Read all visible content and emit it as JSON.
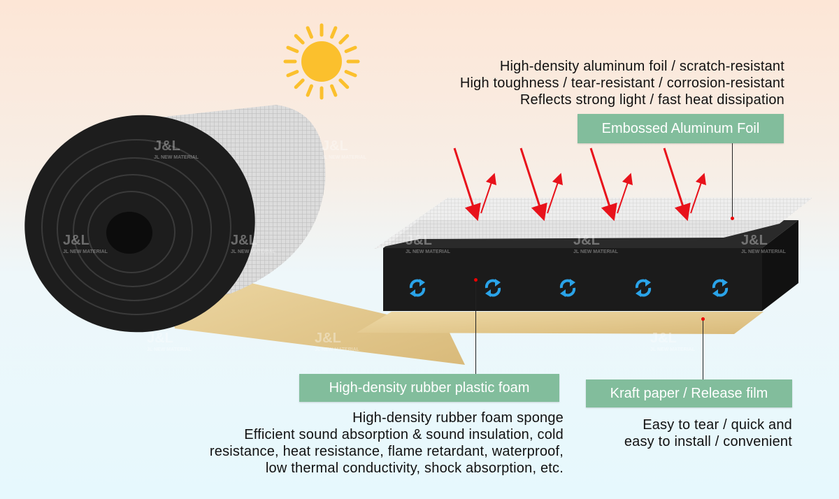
{
  "foil": {
    "label": "Embossed Aluminum Foil",
    "description": [
      "High-density aluminum foil / scratch-resistant",
      "High toughness / tear-resistant / corrosion-resistant",
      "Reflects strong light / fast heat dissipation"
    ]
  },
  "foam": {
    "label": "High-density rubber plastic foam",
    "description": [
      "High-density rubber foam sponge",
      "Efficient sound absorption & sound insulation, cold",
      "resistance, heat resistance, flame retardant, waterproof,",
      "low thermal conductivity, shock absorption, etc."
    ]
  },
  "paper": {
    "label": "Kraft paper / Release film",
    "description": [
      "Easy to tear / quick and",
      "easy to install / convenient"
    ]
  },
  "watermark": {
    "brand": "J&L",
    "sub": "JL NEW MATERIAL"
  },
  "colors": {
    "label_bg": "#82bd9c",
    "sun": "#fbc02d",
    "arrow": "#e8121b",
    "foam": "#1b1b1b",
    "kraft": "#e3c98f"
  }
}
